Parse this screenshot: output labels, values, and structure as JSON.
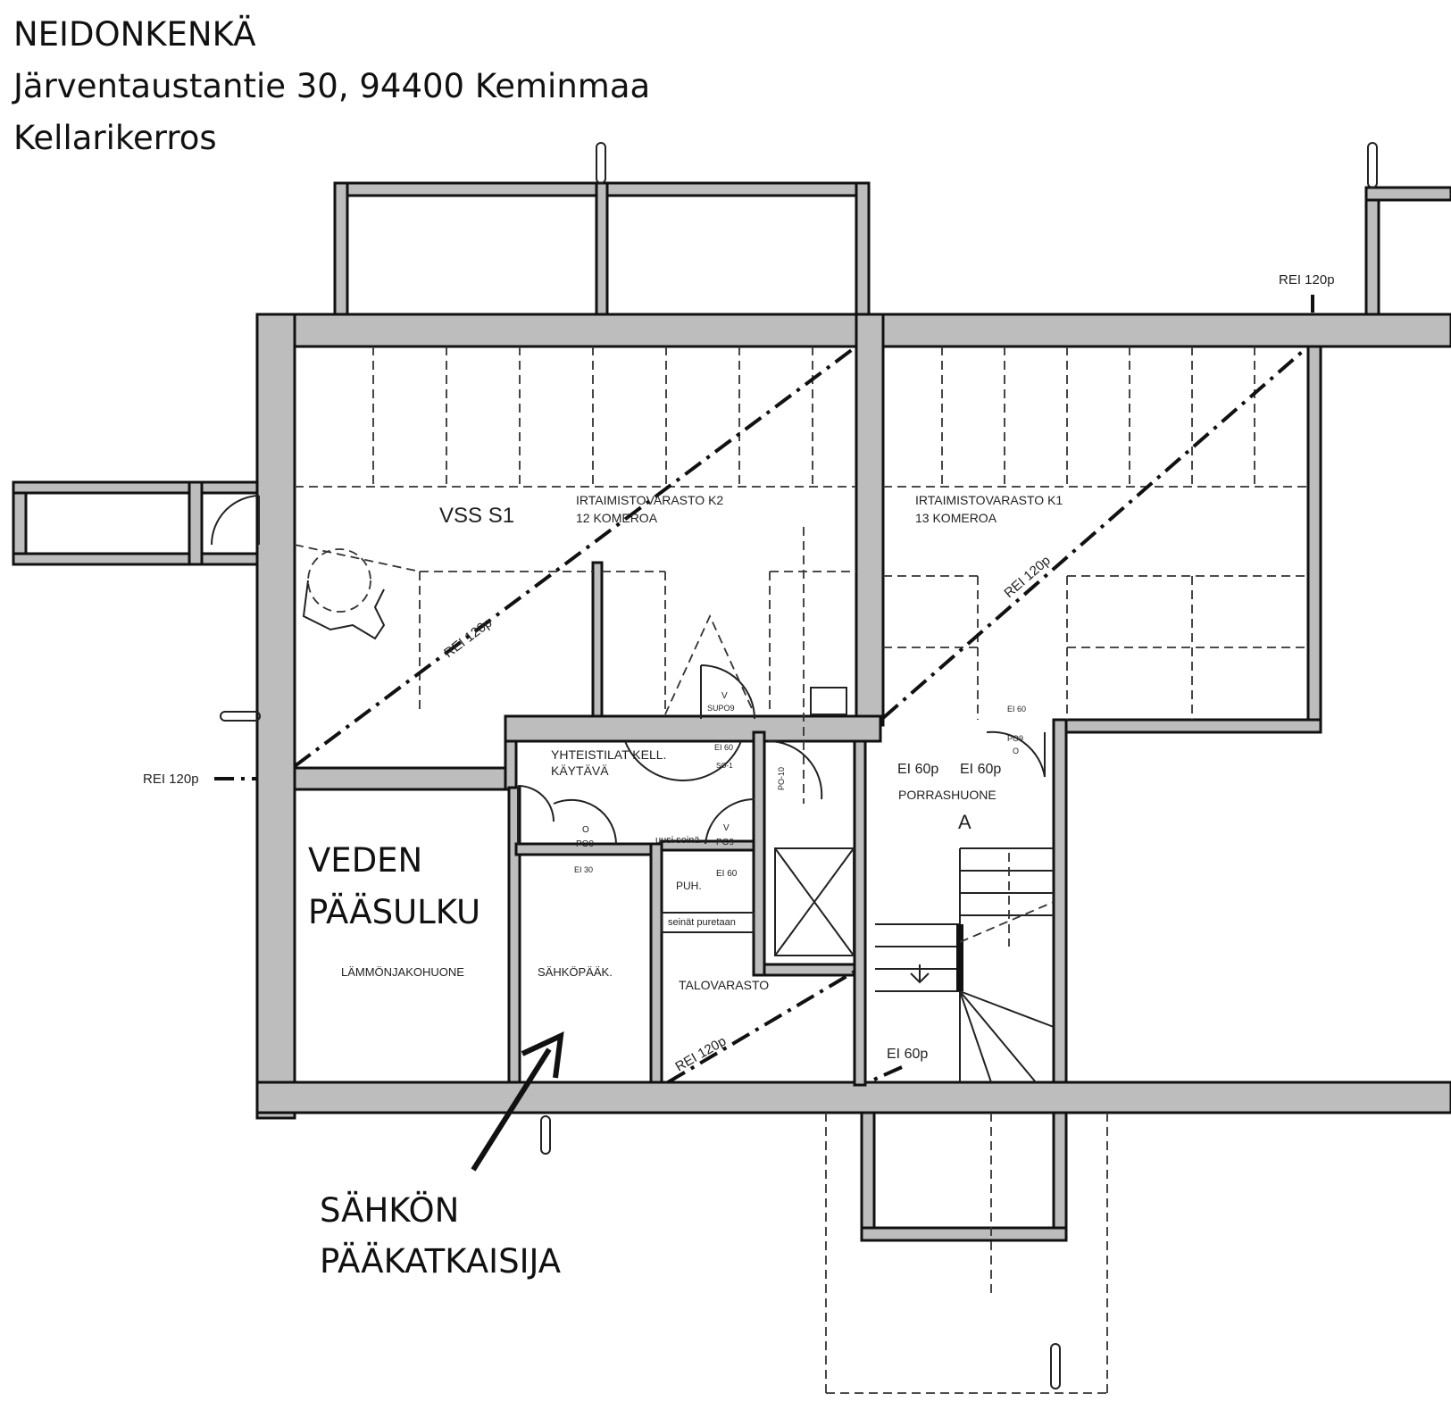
{
  "header": {
    "name": "NEIDONKENKÄ",
    "address": "Järventaustantie 30, 94400 Keminmaa",
    "floor": "Kellarikerros"
  },
  "rooms": {
    "vss": "VSS S1",
    "storage_k2_title": "IRTAIMISTOVARASTO K2",
    "storage_k2_sub": "12 KOMEROA",
    "storage_k1_title": "IRTAIMISTOVARASTO K1",
    "storage_k1_sub": "13 KOMEROA",
    "corridor_title": "YHTEISTILAT KELL.",
    "corridor_sub": "KÄYTÄVÄ",
    "stairwell": "PORRASHUONE",
    "stair_letter": "A",
    "heat_room": "LÄMMÖNJAKOHUONE",
    "electric_room": "SÄHKÖPÄÄK.",
    "house_storage": "TALOVARASTO",
    "puh": "PUH.",
    "walls_removed": "seinät puretaan",
    "new_wall": "uusi seinä"
  },
  "fire_ratings": {
    "rei_top_right": "REI 120p",
    "rei_left": "REI 120p",
    "rei_diag_left": "REI 120p",
    "rei_diag_right": "REI 120p",
    "rei_talovarasto": "REI 120p",
    "ei60_a": "EI 60p",
    "ei60_b": "EI 60p",
    "ei60_c": "EI 60p",
    "ei60_small1": "EI 60",
    "ei60_small2": "EI 60",
    "ei60_small3": "EI 60",
    "ei30": "EI 30"
  },
  "door_codes": {
    "supo": "SUPO9",
    "po9_a": "PO9",
    "po9_b": "PO9",
    "po10": "PO-10",
    "so1": "SO-1",
    "po9_c": "PO9",
    "v1": "V",
    "v2": "V",
    "o1": "O",
    "o2": "O"
  },
  "annotations": {
    "water_line1": "VEDEN",
    "water_line2": "PÄÄSULKU",
    "power_line1": "SÄHKÖN",
    "power_line2": "PÄÄKATKAISIJA"
  },
  "colors": {
    "wall_fill": "#bdbdbd",
    "ink": "#111111"
  }
}
